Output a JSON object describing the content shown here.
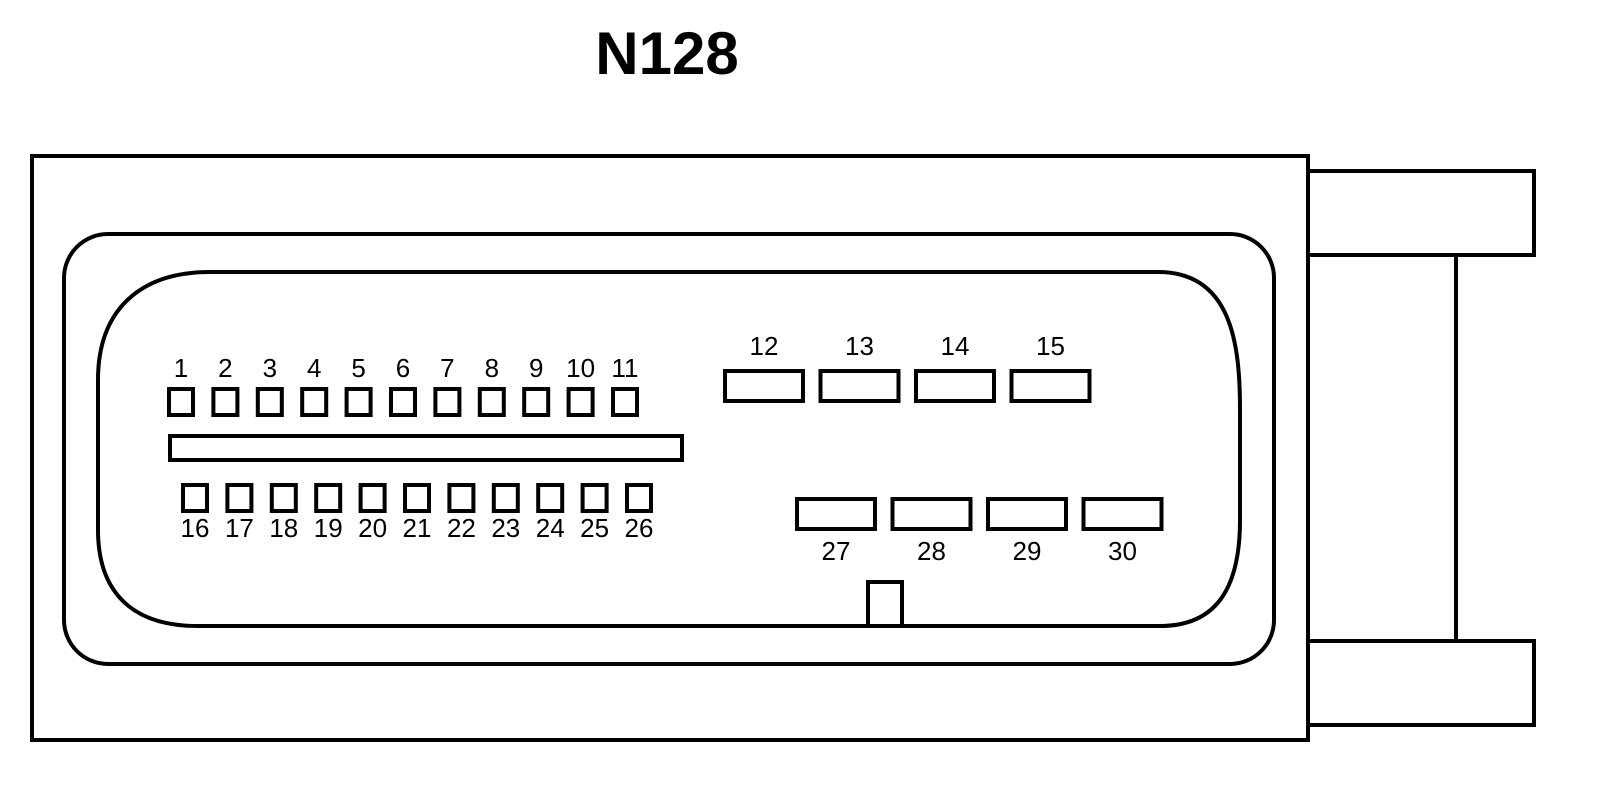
{
  "title": "N128",
  "pins": {
    "top_row": [
      "1",
      "2",
      "3",
      "4",
      "5",
      "6",
      "7",
      "8",
      "9",
      "10",
      "11"
    ],
    "bottom_row": [
      "16",
      "17",
      "18",
      "19",
      "20",
      "21",
      "22",
      "23",
      "24",
      "25",
      "26"
    ],
    "upper_right": [
      "12",
      "13",
      "14",
      "15"
    ],
    "lower_right": [
      "27",
      "28",
      "29",
      "30"
    ]
  }
}
